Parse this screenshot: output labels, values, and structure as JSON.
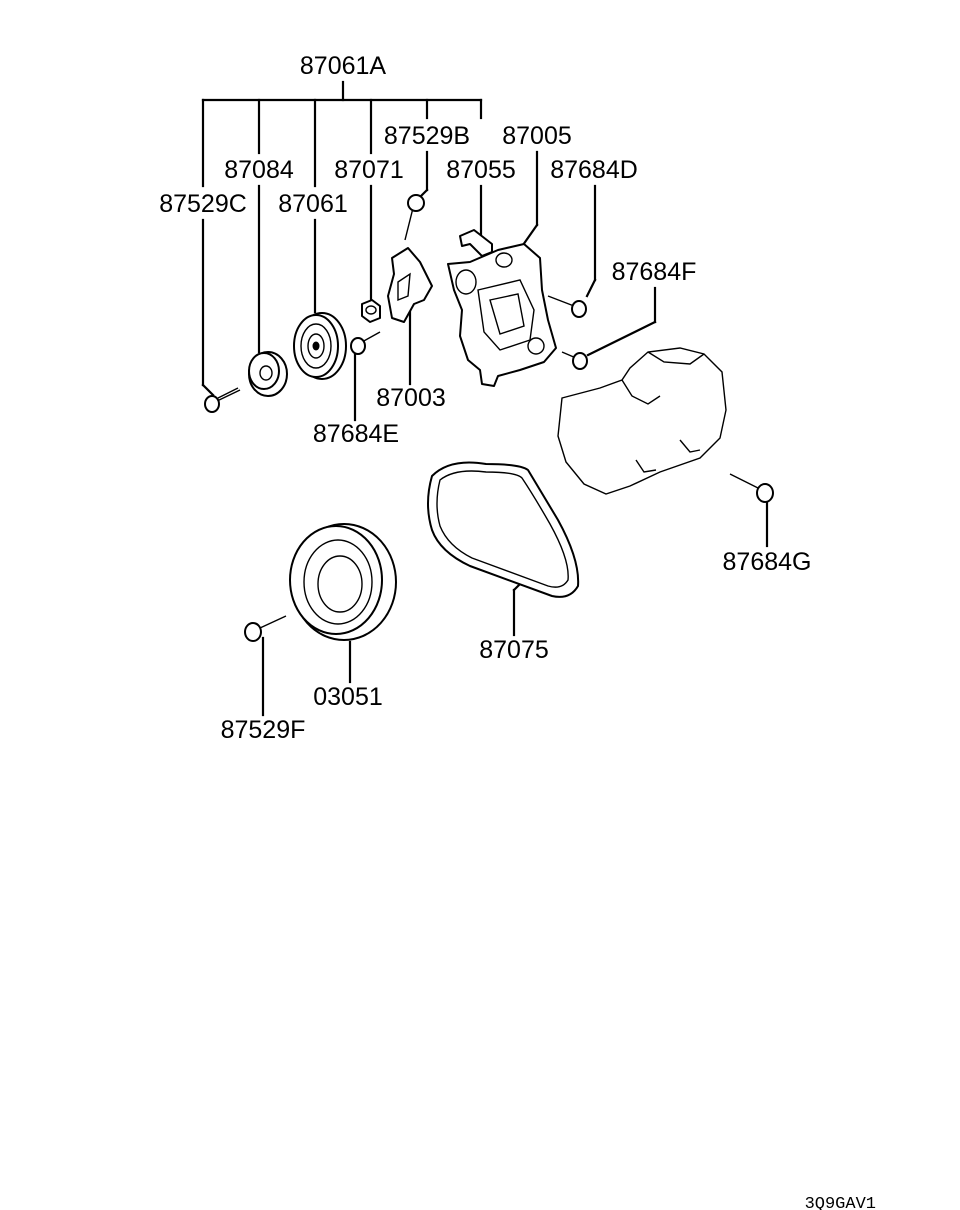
{
  "labels": {
    "assy": "87061A",
    "p87529b": "87529B",
    "p87005": "87005",
    "p87084": "87084",
    "p87071": "87071",
    "p87055": "87055",
    "p87684d": "87684D",
    "p87529c": "87529C",
    "p87061": "87061",
    "p87684f": "87684F",
    "p87003": "87003",
    "p87684e": "87684E",
    "p87684g": "87684G",
    "p87075": "87075",
    "p03051": "03051",
    "p87529f": "87529F"
  },
  "footer_code": "3Q9GAV1"
}
